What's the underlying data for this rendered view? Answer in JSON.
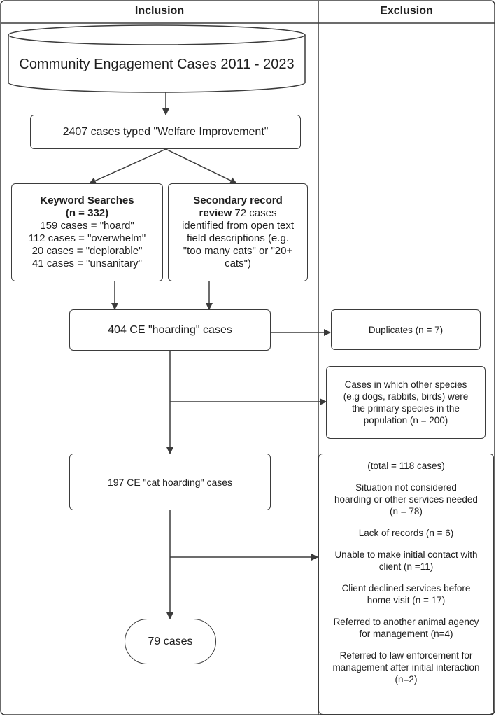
{
  "lanes": {
    "inclusion": "Inclusion",
    "exclusion": "Exclusion"
  },
  "source": "Community Engagement Cases 2011 - 2023",
  "welfare": "2407 cases typed \"Welfare Improvement\"",
  "keyword": {
    "title_1": "Keyword Searches",
    "title_2": "(n = 332)",
    "items": [
      "159 cases = \"hoard\"",
      "112 cases = \"overwhelm\"",
      "20 cases = \"deplorable\"",
      "41 cases = \"unsanitary\""
    ]
  },
  "secondary": {
    "title_1": "Secondary record",
    "title_2": "review",
    "rest_2": " 72 cases",
    "lines": [
      "identified from open text",
      "field descriptions (e.g.",
      "\"too many cats\" or \"20+",
      "cats\")"
    ]
  },
  "hoarding": "404 CE \"hoarding\" cases",
  "cat_hoarding": "197 CE \"cat hoarding\" cases",
  "final": "79 cases",
  "duplicates": "Duplicates (n = 7)",
  "species": [
    "Cases in which other species",
    "(e.g dogs, rabbits, birds) were",
    "the primary species in the",
    "population (n = 200)"
  ],
  "exclusions": {
    "total": "(total = 118 cases)",
    "groups": [
      [
        "Situation not considered",
        "hoarding or other services needed",
        "(n = 78)"
      ],
      [
        "Lack of records (n = 6)"
      ],
      [
        "Unable to make initial contact with",
        "client (n =11)"
      ],
      [
        "Client declined services before",
        "home visit (n = 17)"
      ],
      [
        "Referred to another animal agency",
        "for management (n=4)"
      ],
      [
        "Referred to law enforcement for",
        "management after initial interaction",
        "(n=2)"
      ]
    ]
  }
}
